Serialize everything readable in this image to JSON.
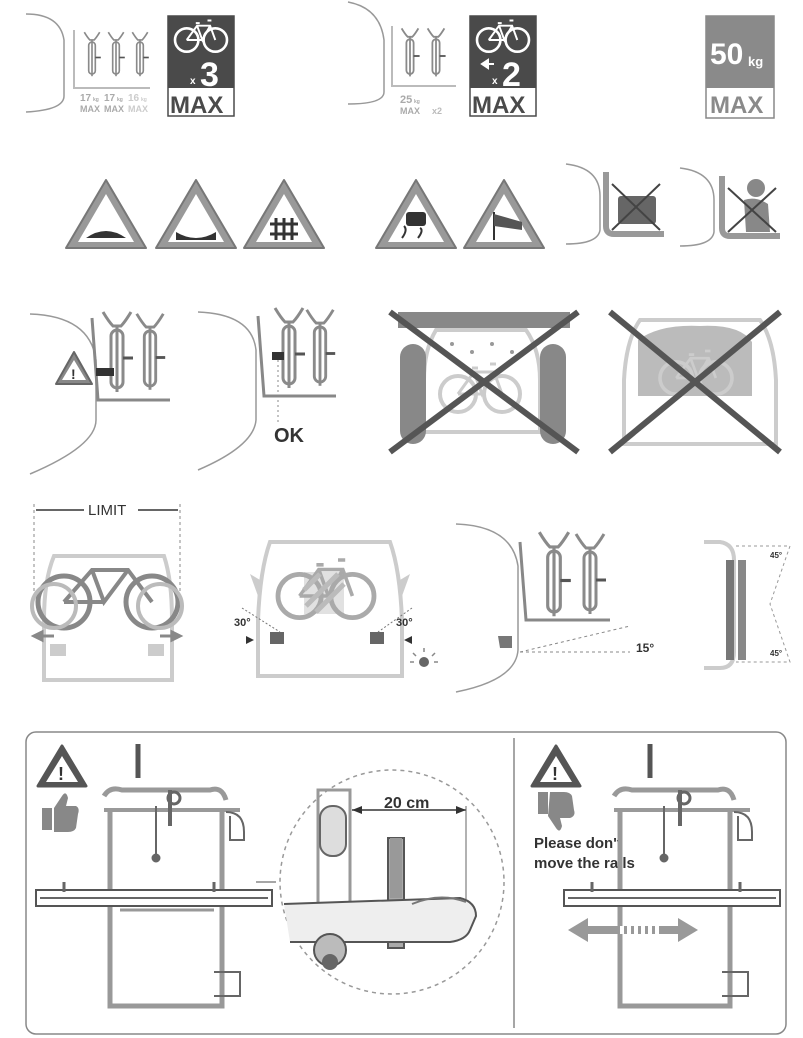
{
  "row1": {
    "three_bikes": {
      "weights": [
        "17",
        "17",
        "16"
      ],
      "unit": "kg",
      "max": "MAX",
      "badge_count": "3",
      "badge_prefix": "x",
      "badge_max": "MAX"
    },
    "two_bikes": {
      "weight": "25",
      "unit": "kg",
      "max": "MAX",
      "mult": "x2",
      "badge_count": "2",
      "badge_prefix": "x",
      "badge_max": "MAX"
    },
    "load": {
      "value": "50",
      "unit": "kg",
      "max": "MAX"
    }
  },
  "row4": {
    "limit_label": "LIMIT",
    "angle_left": "30°",
    "angle_right": "30°",
    "ground_angle": "15°",
    "top_angle": "45°",
    "bottom_angle": "45°"
  },
  "row3": {
    "ok_label": "OK"
  },
  "bottom": {
    "distance_label": "20 cm",
    "warning_text_1": "Please don't",
    "warning_text_2": "move the rails"
  },
  "colors": {
    "dark": "#4a4a4a",
    "mid": "#8a8a8a",
    "light": "#c8c8c8",
    "line": "#777777"
  }
}
